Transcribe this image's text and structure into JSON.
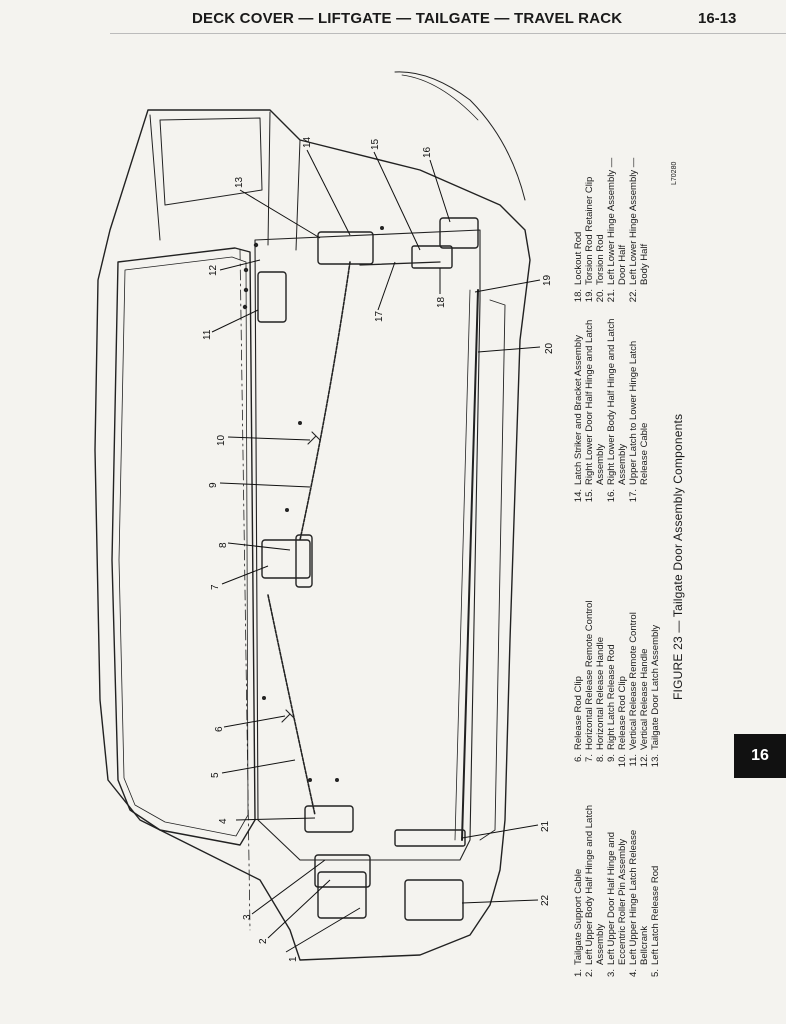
{
  "header": {
    "title": "DECK COVER — LIFTGATE — TAILGATE — TRAVEL RACK",
    "page_number": "16-13"
  },
  "section_tab": "16",
  "figure": {
    "caption": "FIGURE 23 — Tailgate Door Assembly Components",
    "code": "L70280"
  },
  "legend": [
    {
      "num": "1.",
      "text": "Tailgate Support Cable"
    },
    {
      "num": "2.",
      "text": "Left Upper Body Half Hinge and Latch Assembly"
    },
    {
      "num": "3.",
      "text": "Left Upper Door Half Hinge and Eccentric Roller Pin Assembly"
    },
    {
      "num": "4.",
      "text": "Left Upper Hinge Latch Release Bellcrank"
    },
    {
      "num": "5.",
      "text": "Left Latch Release Rod"
    },
    {
      "num": "6.",
      "text": "Release Rod Clip"
    },
    {
      "num": "7.",
      "text": "Horizontal Release Remote Control"
    },
    {
      "num": "8.",
      "text": "Horizontal Release Handle"
    },
    {
      "num": "9.",
      "text": "Right Latch Release Rod"
    },
    {
      "num": "10.",
      "text": "Release Rod Clip"
    },
    {
      "num": "11.",
      "text": "Vertical Release Remote Control"
    },
    {
      "num": "12.",
      "text": "Vertical Release Handle"
    },
    {
      "num": "13.",
      "text": "Tailgate Door Latch Assembly"
    },
    {
      "num": "14.",
      "text": "Latch Striker and Bracket Assembly"
    },
    {
      "num": "15.",
      "text": "Right Lower Door Half Hinge and Latch Assembly"
    },
    {
      "num": "16.",
      "text": "Right Lower Body Half Hinge and Latch Assembly"
    },
    {
      "num": "17.",
      "text": "Upper Latch to Lower Hinge Latch Release Cable"
    },
    {
      "num": "18.",
      "text": "Lockout Rod"
    },
    {
      "num": "19.",
      "text": "Torsion Rod Retainer Clip"
    },
    {
      "num": "20.",
      "text": "Torsion Rod"
    },
    {
      "num": "21.",
      "text": "Left Lower Hinge Assembly — Door Half"
    },
    {
      "num": "22.",
      "text": "Left Lower Hinge Assembly — Body Half"
    }
  ],
  "callouts": [
    "1",
    "2",
    "3",
    "4",
    "5",
    "6",
    "7",
    "8",
    "9",
    "10",
    "11",
    "12",
    "13",
    "14",
    "15",
    "16",
    "17",
    "18",
    "19",
    "20",
    "21",
    "22"
  ]
}
